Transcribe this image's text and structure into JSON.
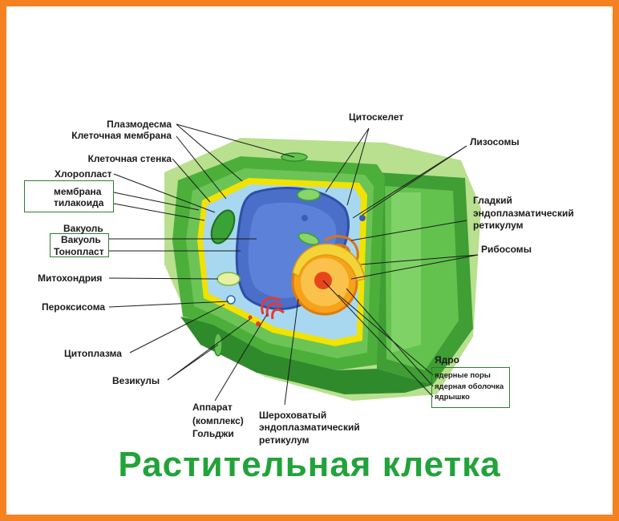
{
  "title": "Растительная клетка",
  "labels": {
    "plasmodesma": "Плазмодесма",
    "cell_membrane": "Клеточная мембрана",
    "cell_wall": "Клеточная стенка",
    "chloroplast": "Хлоропласт",
    "thylakoid_membrane_1": "мембрана",
    "thylakoid_membrane_2": "тилакоида",
    "vacuole_group": "Вакуоль",
    "vacuole": "Вакуоль",
    "tonoplast": "Тонопласт",
    "mitochondrion": "Митохондрия",
    "peroxisome": "Пероксисома",
    "cytoplasm": "Цитоплазма",
    "vesicles": "Везикулы",
    "golgi_1": "Аппарат",
    "golgi_2": "(комплекс)",
    "golgi_3": "Гольджи",
    "rough_er_1": "Шероховатый",
    "rough_er_2": "эндоплазматический",
    "rough_er_3": "ретикулум",
    "cytoskeleton": "Цитоскелет",
    "lysosomes": "Лизосомы",
    "smooth_er_1": "Гладкий",
    "smooth_er_2": "эндоплазматический",
    "smooth_er_3": "ретикулум",
    "ribosomes": "Рибосомы",
    "nucleus": "Ядро",
    "nuclear_pores": "ядерные поры",
    "nuclear_envelope": "ядерная оболочка",
    "nucleolus": "ядрышко"
  },
  "colors": {
    "frame": "#f58220",
    "title": "#22a33a",
    "cell_wall_light": "#b5e08a",
    "cell_wall": "#4caf3a",
    "cell_wall_dark": "#2e8b2e",
    "membrane": "#f2e200",
    "cytoplasm": "#a8d8f0",
    "vacuole": "#4a6fc8",
    "nucleus": "#f7a21b",
    "nucleolus": "#e8461a",
    "golgi": "#e53935",
    "chloroplast": "#3aa335"
  }
}
